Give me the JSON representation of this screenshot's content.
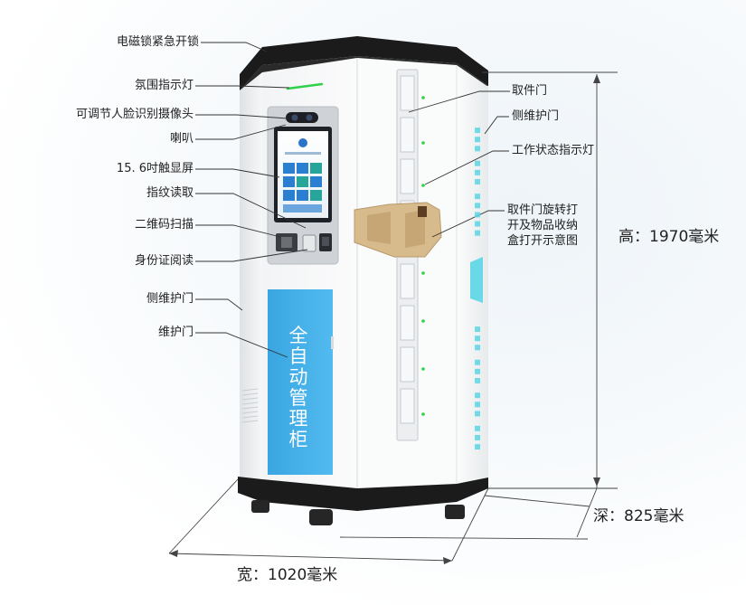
{
  "labels": {
    "emergency_unlock": "电磁锁紧急开锁",
    "ambient_light": "氛围指示灯",
    "face_camera": "可调节人脸识别摄像头",
    "speaker": "喇叭",
    "touchscreen": "15. 6吋触显屏",
    "fingerprint": "指纹读取",
    "qr_scan": "二维码扫描",
    "id_card_reader": "身份证阅读",
    "side_maintenance_door_left": "侧维护门",
    "maintenance_door": "维护门",
    "pickup_door": "取件门",
    "side_maintenance_door_right": "侧维护门",
    "work_status_light": "工作状态指示灯",
    "pickup_rotation_demo": "取件门旋转打\n开及物品收纳\n盒打开示意图"
  },
  "front_door_text": "全\n自\n动\n管\n理\n柜",
  "dimensions": {
    "height": "高：1970毫米",
    "depth": "深：825毫米",
    "width": "宽：1020毫米"
  },
  "colors": {
    "front_door": "#3fb0ea",
    "cabinet_white": "#f5f6f7",
    "cabinet_black": "#1b1b1b",
    "accent_cyan": "#4fd3e6",
    "status_green": "#2fd14b",
    "tray_tan": "#d8bb8c"
  }
}
